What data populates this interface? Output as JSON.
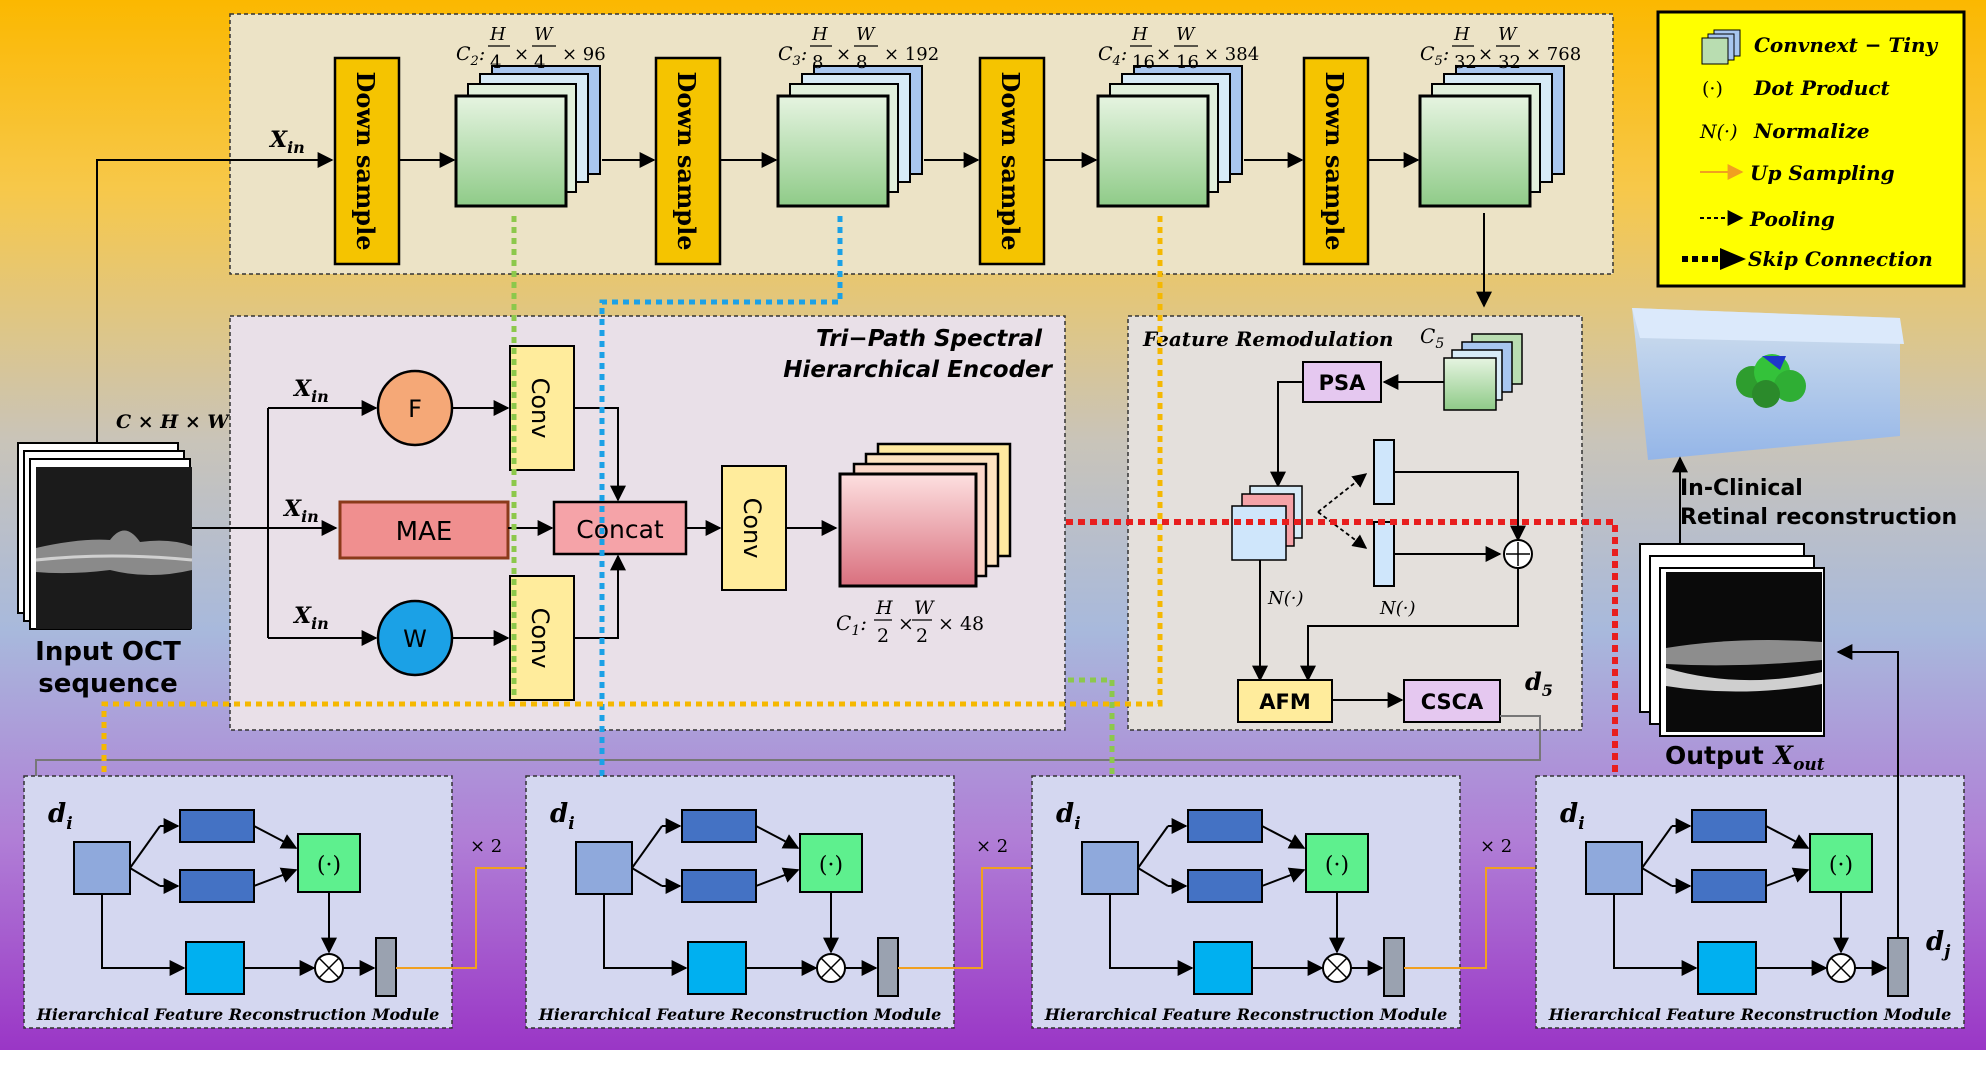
{
  "colors": {
    "bg_top": "#fbb800",
    "bg_mid": "#a8b9dc",
    "bg_bottom": "#a33ec9",
    "encoder_box": "#ece3c6",
    "down_sample": "#f5c400",
    "feature_green": "#b9ddb1",
    "feature_blue": "#a8c6ef",
    "legend_bg": "#ffff00",
    "mae": "#f08f8f",
    "concat": "#f5a3a8",
    "conv": "#ffec9c",
    "f_circle": "#f5a877",
    "w_circle": "#1ba1e6",
    "module_bg": "#d4d7f0",
    "dark_blue_rect": "#4472c4",
    "cyan_rect": "#00b0f0",
    "dot_product": "#5ef08e"
  },
  "top_encoder": {
    "down_sample_label": "Down sample",
    "x_in": "X",
    "x_in_sub": "in",
    "stages": [
      {
        "c": "C",
        "c_sub": "2",
        "h": "H",
        "hd": "4",
        "w": "W",
        "wd": "4",
        "ch": "× 96"
      },
      {
        "c": "C",
        "c_sub": "3",
        "h": "H",
        "hd": "8",
        "w": "W",
        "wd": "8",
        "ch": "× 192"
      },
      {
        "c": "C",
        "c_sub": "4",
        "h": "H",
        "hd": "16",
        "w": "W",
        "wd": "16",
        "ch": "× 384"
      },
      {
        "c": "C",
        "c_sub": "5",
        "h": "H",
        "hd": "32",
        "w": "W",
        "wd": "32",
        "ch": "× 768"
      }
    ]
  },
  "legend": {
    "items": [
      "Convnext − Tiny",
      "Dot Product",
      "Normalize",
      "Up Sampling",
      "Pooling",
      "Skip Connection"
    ],
    "symbols": [
      "(·)",
      "N(·)"
    ]
  },
  "input": {
    "dim_label": "C × H × W",
    "label_line1": "Input OCT",
    "label_line2": "sequence"
  },
  "tri_path": {
    "title_line1": "Tri−Path Spectral",
    "title_line2": "Hierarchical Encoder",
    "x_in": "X",
    "x_in_sub": "in",
    "f_label": "F",
    "w_label": "W",
    "mae_label": "MAE",
    "concat_label": "Concat",
    "conv_label": "Conv",
    "c1_c": "C",
    "c1_sub": "1",
    "c1_h": "H",
    "c1_hd": "2",
    "c1_w": "W",
    "c1_wd": "2",
    "c1_ch": "× 48"
  },
  "feature_remod": {
    "title": "Feature Remodulation",
    "c5": "C",
    "c5_sub": "5",
    "psa": "PSA",
    "afm": "AFM",
    "csca": "CSCA",
    "norm": "N(·)",
    "d5": "d",
    "d5_sub": "5"
  },
  "reconstruction": {
    "label_line1": "In-Clinical",
    "label_line2": "Retinal reconstruction",
    "output_label": "Output",
    "output_x": "X",
    "output_sub": "out"
  },
  "modules": {
    "title": "Hierarchical Feature Reconstruction Module",
    "d_i": "d",
    "d_i_sub": "i",
    "d_j": "d",
    "d_j_sub": "j",
    "dot": "(·)",
    "times2": "× 2"
  }
}
